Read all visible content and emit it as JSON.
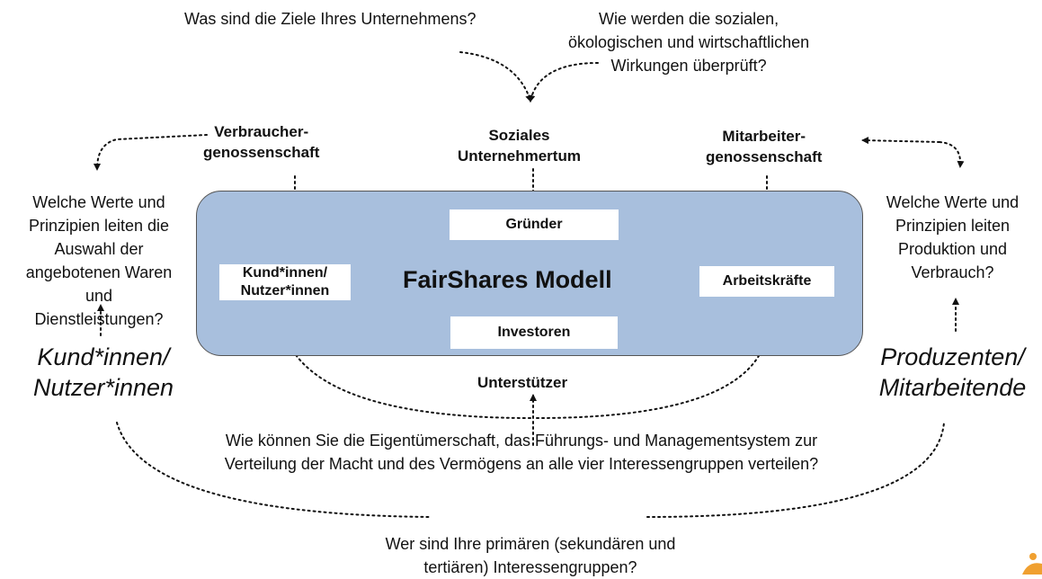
{
  "questions": {
    "goals": "Was sind die Ziele Ihres Unternehmens?",
    "impact": "Wie werden die sozialen,\nökologischen und wirtschaftlichen\nWirkungen überprüft?",
    "left_values": "Welche Werte und\nPrinzipien leiten die\nAuswahl der\nangebotenen Waren\nund\nDienstleistungen?",
    "right_values": "Welche Werte und\nPrinzipien leiten\nProduktion und\nVerbrauch?",
    "ownership": "Wie können Sie die Eigentümerschaft, das Führungs- und Managementsystem zur\nVerteilung der Macht und des Vermögens an alle vier Interessengruppen verteilen?",
    "stakeholders": "Wer sind Ihre primären (sekundären und\ntertiären) Interessengruppen?"
  },
  "top_labels": {
    "consumer_coop": "Verbraucher-\ngenossenschaft",
    "social_enterprise": "Soziales\nUnternehmertum",
    "worker_coop": "Mitarbeiter-\ngenossenschaft"
  },
  "model": {
    "title": "FairShares Modell",
    "founder": "Gründer",
    "customers": "Kund*innen/\nNutzer*innen",
    "workers": "Arbeitskräfte",
    "investors": "Investoren"
  },
  "supporters": "Unterstützer",
  "side_labels": {
    "customers": "Kund*innen/\nNutzer*innen",
    "producers": "Produzenten/\nMitarbeitende"
  },
  "colors": {
    "panel": "#a8bfdd",
    "logo_orange": "#f0a030"
  },
  "icons": {
    "logo": "person-logo-icon"
  }
}
